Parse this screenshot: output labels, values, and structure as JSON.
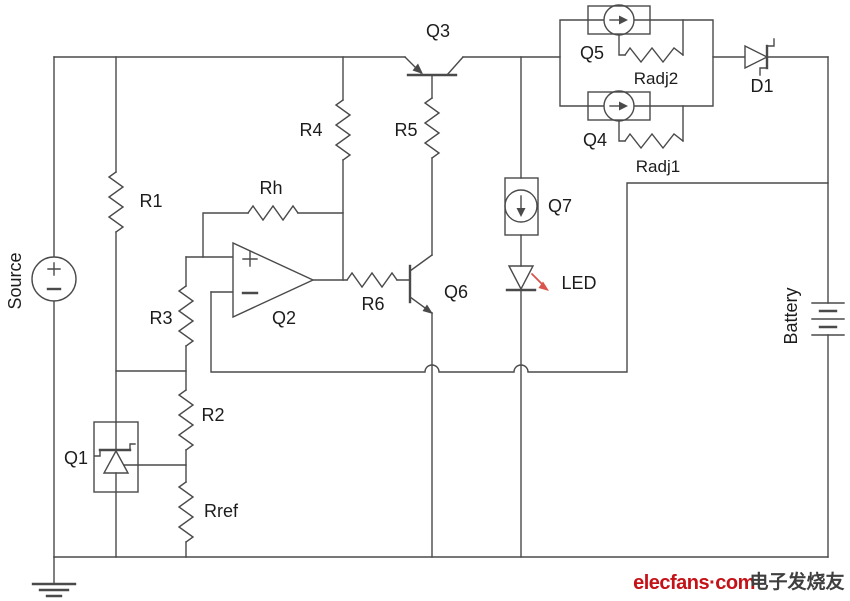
{
  "labels": {
    "source": "Source",
    "battery": "Battery",
    "r1": "R1",
    "r2": "R2",
    "r3": "R3",
    "r4": "R4",
    "r5": "R5",
    "r6": "R6",
    "rh": "Rh",
    "rref": "Rref",
    "radj1": "Radj1",
    "radj2": "Radj2",
    "q1": "Q1",
    "q2": "Q2",
    "q3": "Q3",
    "q4": "Q4",
    "q5": "Q5",
    "q6": "Q6",
    "q7": "Q7",
    "d1": "D1",
    "led": "LED"
  },
  "opamp": {
    "plus": "+",
    "minus": "−"
  },
  "watermark": {
    "brand": "elecfans·com",
    "chinese": "电子发烧友"
  },
  "colors": {
    "background": "#ffffff",
    "wire": "#4a4a4a",
    "label": "#1c1c1c",
    "led_arrow": "#d9544d",
    "brand_red": "#c41218",
    "brand_gray": "#3f3f3f"
  }
}
